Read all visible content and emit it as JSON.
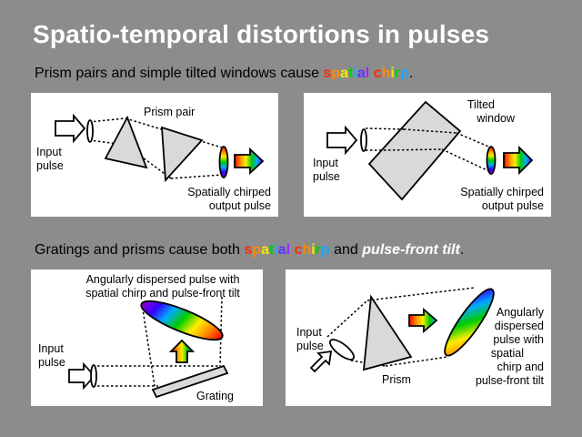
{
  "title": "Spatio-temporal distortions in pulses",
  "section1": {
    "lead": "Prism pairs and simple tilted windows cause ",
    "highlight": "spatial chirp",
    "end": "."
  },
  "section2": {
    "lead": "Gratings and prisms cause both ",
    "highlight": "spatial chirp",
    "mid": " and ",
    "tilt": "pulse-front tilt",
    "end": "."
  },
  "panel1": {
    "input_line1": "Input",
    "input_line2": "pulse",
    "element": "Prism pair",
    "output_line1": "Spatially chirped",
    "output_line2": "output pulse"
  },
  "panel2": {
    "element_line1": "Tilted",
    "element_line2": "window",
    "input_line1": "Input",
    "input_line2": "pulse",
    "output_line1": "Spatially chirped",
    "output_line2": "output pulse"
  },
  "panel3": {
    "caption_line1": "Angularly dispersed pulse with",
    "caption_line2": "spatial chirp and pulse-front tilt",
    "input_line1": "Input",
    "input_line2": "pulse",
    "element": "Grating"
  },
  "panel4": {
    "input_line1": "Input",
    "input_line2": "pulse",
    "element": "Prism",
    "caption_lines": [
      "Angularly",
      "dispersed",
      "pulse with",
      "spatial",
      "chirp and",
      "pulse-front tilt"
    ]
  },
  "colors": {
    "background": "#8c8c8c",
    "title": "#ffffff",
    "panel": "#ffffff",
    "optic_fill": "#d9d9d9",
    "rainbow": [
      "#ff0000",
      "#ff8c00",
      "#ffee00",
      "#00cc00",
      "#00aaff",
      "#3300ff",
      "#9900cc"
    ]
  }
}
